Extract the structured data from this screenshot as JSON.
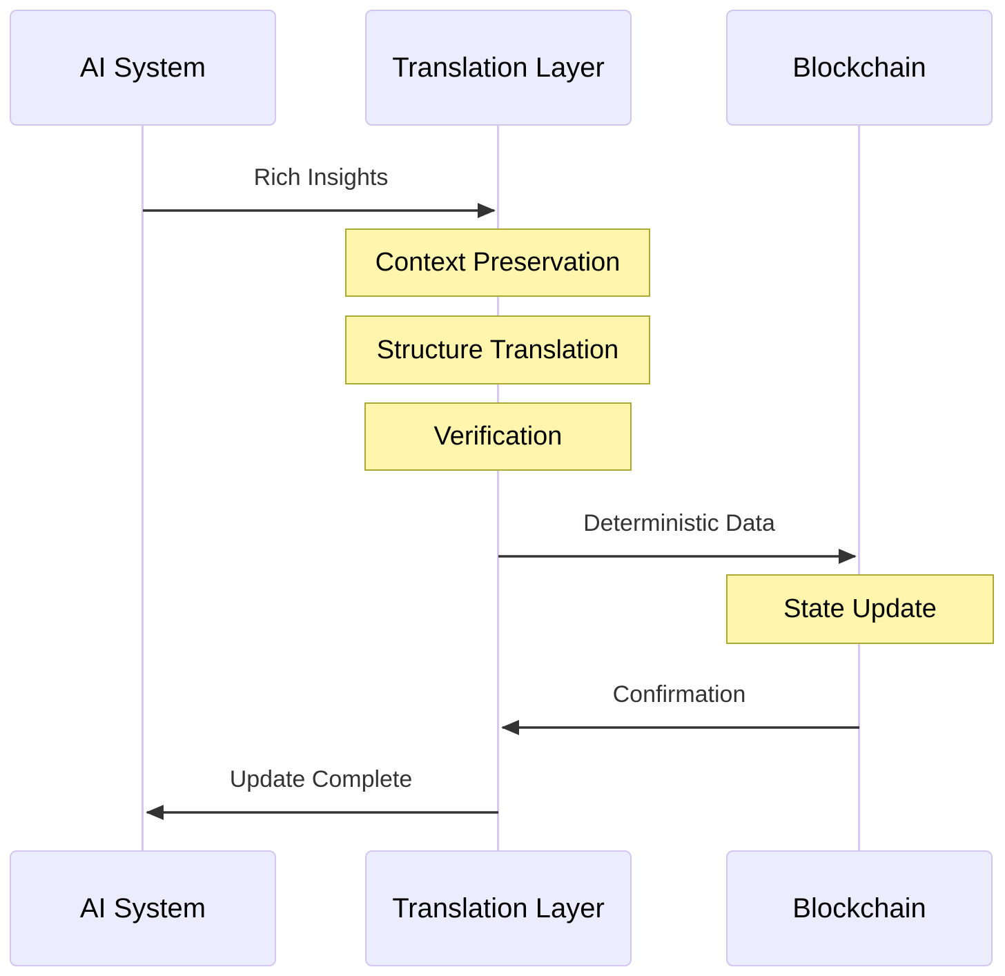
{
  "diagram": {
    "type": "sequence-diagram",
    "actors": [
      {
        "id": "ai-system",
        "label": "AI System"
      },
      {
        "id": "translation-layer",
        "label": "Translation Layer"
      },
      {
        "id": "blockchain",
        "label": "Blockchain"
      }
    ],
    "messages": [
      {
        "from": "AI System",
        "to": "Translation Layer",
        "label": "Rich Insights",
        "direction": "right"
      },
      {
        "from": "Translation Layer",
        "to": "Blockchain",
        "label": "Deterministic Data",
        "direction": "right"
      },
      {
        "from": "Blockchain",
        "to": "Translation Layer",
        "label": "Confirmation",
        "direction": "left"
      },
      {
        "from": "Translation Layer",
        "to": "AI System",
        "label": "Update Complete",
        "direction": "left"
      }
    ],
    "notes": [
      {
        "over": "Translation Layer",
        "label": "Context Preservation"
      },
      {
        "over": "Translation Layer",
        "label": "Structure Translation"
      },
      {
        "over": "Translation Layer",
        "label": "Verification"
      },
      {
        "over": "Blockchain",
        "label": "State Update"
      }
    ],
    "colors": {
      "background": "#FFFFFF",
      "actor_fill": "#ECECFF",
      "actor_border": "#D3C5F0",
      "lifeline": "#D5C9F0",
      "note_fill": "#FFF5AD",
      "note_border": "#AAAA33",
      "arrow": "#333333",
      "message_text": "#333333",
      "actor_text": "#000000",
      "note_text": "#000000"
    }
  }
}
